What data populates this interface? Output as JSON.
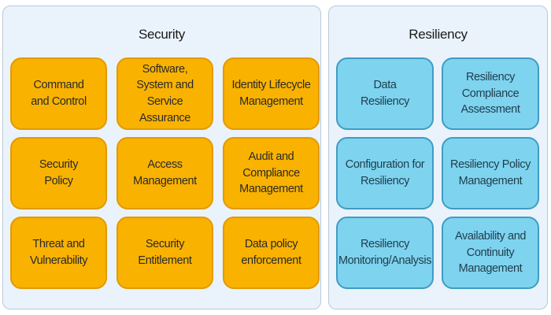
{
  "security": {
    "title": "Security",
    "cards": [
      "Command\nand Control",
      "Software,\nSystem and\nService Assurance",
      "Identity Lifecycle\nManagement",
      "Security\nPolicy",
      "Access\nManagement",
      "Audit and\nCompliance\nManagement",
      "Threat and\nVulnerability",
      "Security\nEntitlement",
      "Data policy\nenforcement"
    ],
    "colors": {
      "fill": "#f9b200",
      "border": "#e29a00"
    }
  },
  "resiliency": {
    "title": "Resiliency",
    "cards": [
      "Data\nResiliency",
      "Resiliency\nCompliance\nAssessment",
      "Configuration for\nResiliency",
      "Resiliency Policy\nManagement",
      "Resiliency\nMonitoring/Analysis",
      "Availability and\nContinuity\nManagement"
    ],
    "colors": {
      "fill": "#7ed3ef",
      "border": "#3f9cc4"
    }
  }
}
